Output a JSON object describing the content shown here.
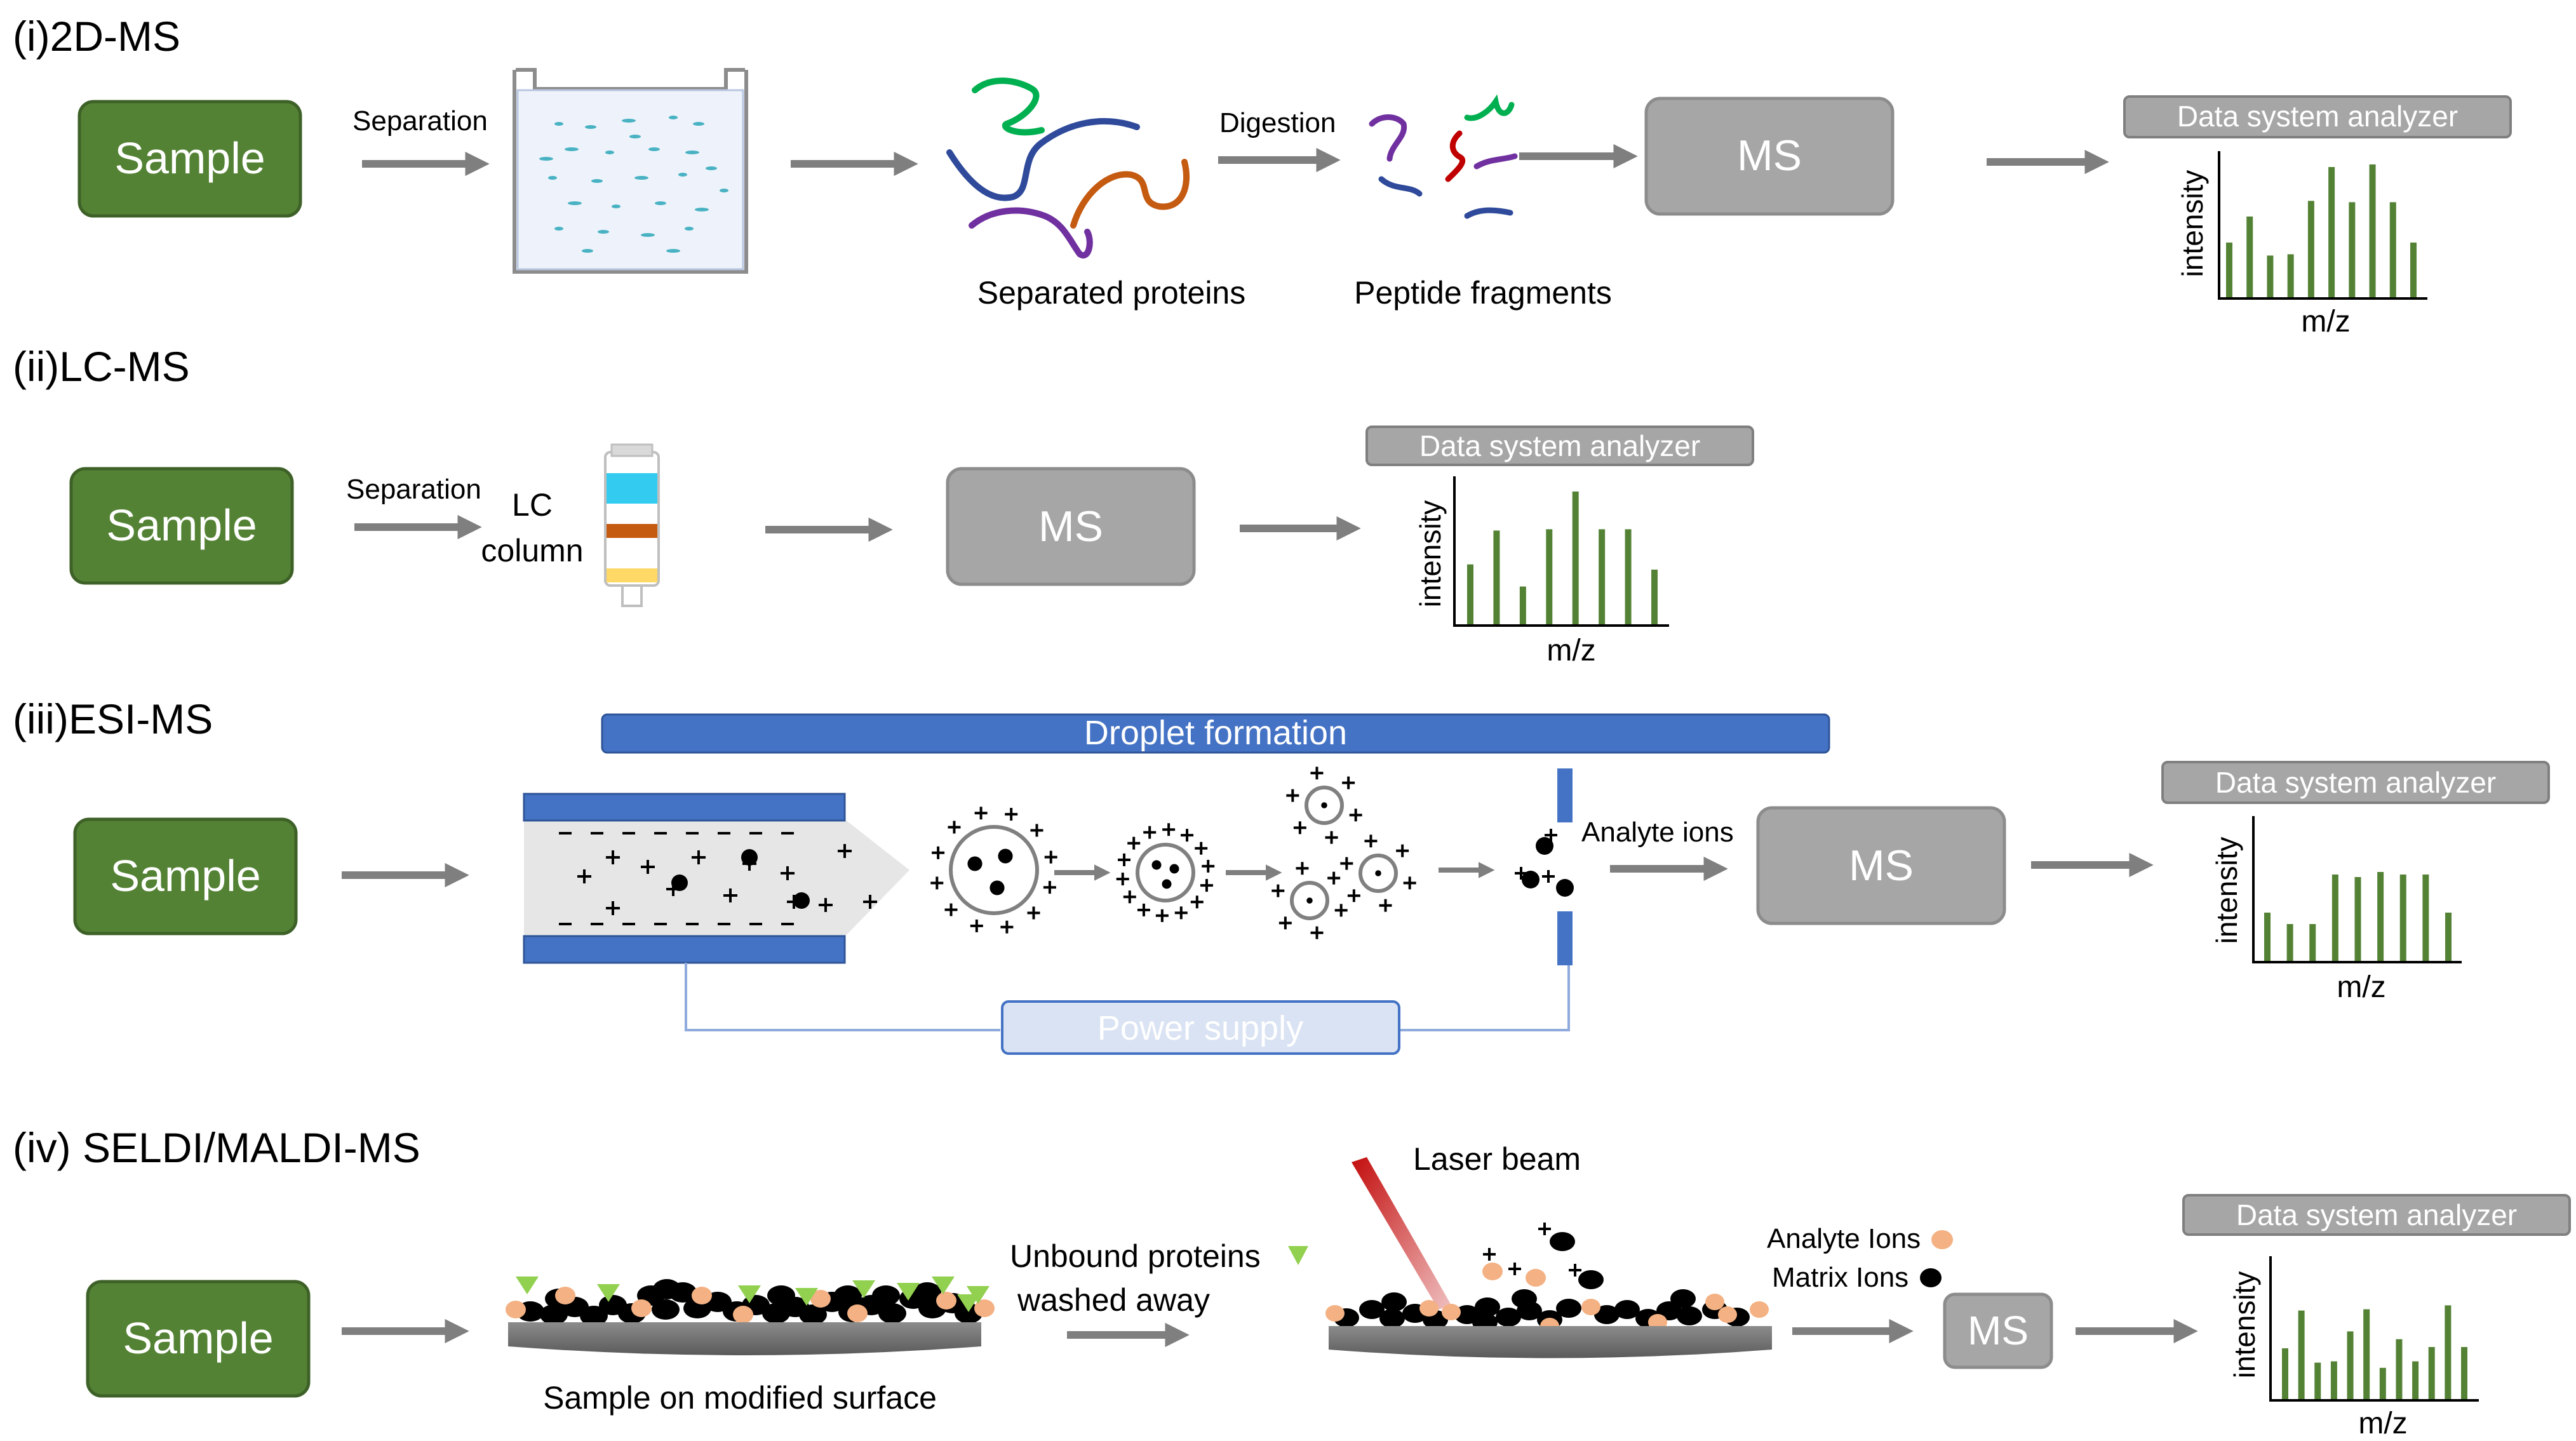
{
  "sections": [
    {
      "label": "(i)2D-MS"
    },
    {
      "label": "(ii)LC-MS"
    },
    {
      "label": "(iii)ESI-MS"
    },
    {
      "label": "(iv) SELDI/MALDI-MS"
    }
  ],
  "common": {
    "sample": "Sample",
    "ms": "MS",
    "analyzer": "Data system analyzer",
    "intensity": "intensity",
    "mz": "m/z"
  },
  "s1": {
    "separation": "Separation",
    "digestion": "Digestion",
    "separated_proteins": "Separated proteins",
    "peptide_fragments": "Peptide fragments",
    "spectrum": [
      0.42,
      0.62,
      0.32,
      0.33,
      0.74,
      1.0,
      0.73,
      1.02,
      0.73,
      0.42
    ]
  },
  "s2": {
    "separation": "Separation",
    "lc": "LC",
    "column": "column",
    "spectrum": [
      0.46,
      0.72,
      0.29,
      0.73,
      1.02,
      0.73,
      0.73,
      0.42
    ]
  },
  "s3": {
    "droplet": "Droplet formation",
    "power": "Power supply",
    "analyte_ions": "Analyte ions",
    "spectrum": [
      0.38,
      0.29,
      0.29,
      0.68,
      0.66,
      0.7,
      0.68,
      0.68,
      0.38
    ]
  },
  "s4": {
    "surface": "Sample on modified surface",
    "unbound_line1": "Unbound proteins",
    "unbound_line2": "washed away",
    "laser": "Laser beam",
    "analyte_ions": "Analyte Ions",
    "matrix_ions": "Matrix Ions",
    "spectrum": [
      0.39,
      0.68,
      0.28,
      0.29,
      0.52,
      0.69,
      0.24,
      0.46,
      0.29,
      0.4,
      0.72,
      0.4
    ]
  },
  "colors": {
    "green": "#548235",
    "gray": "#a6a6a6",
    "blue": "#4472c4",
    "light_blue": "#dae3f3",
    "arrow": "#7f7f7f",
    "orange": "#f4b183",
    "lime": "#92d050"
  }
}
